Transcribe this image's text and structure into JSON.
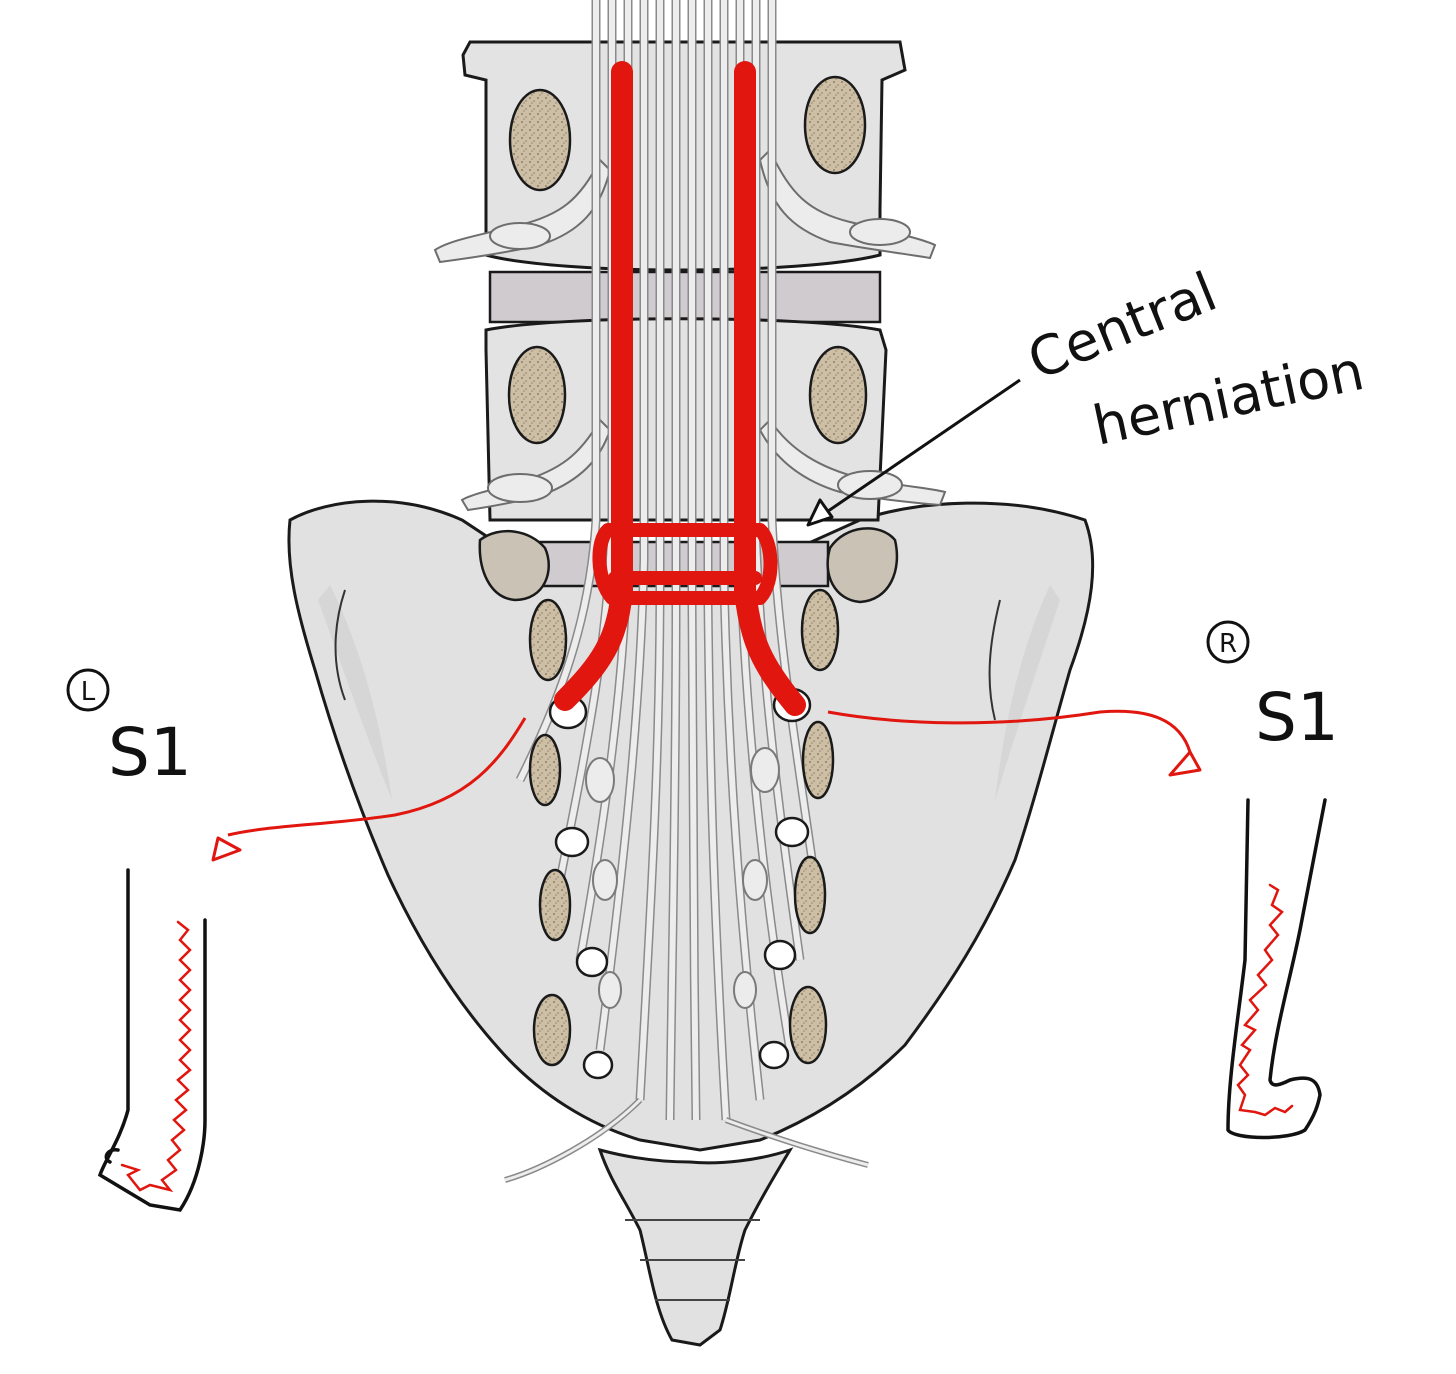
{
  "annotations": {
    "herniation_line1": "Central",
    "herniation_line2": "herniation",
    "left_side_letter": "L",
    "left_root": "S1",
    "right_side_letter": "R",
    "right_root": "S1"
  },
  "colors": {
    "bone": "#e2e2e3",
    "bone_outline": "#1a1a1a",
    "disc": "#d0ccd0",
    "cancellous": "#c9bba0",
    "nerve": "#ececec",
    "nerve_outline": "#8a8a8a",
    "affected_root": "#e0160f",
    "ink": "#111111"
  }
}
